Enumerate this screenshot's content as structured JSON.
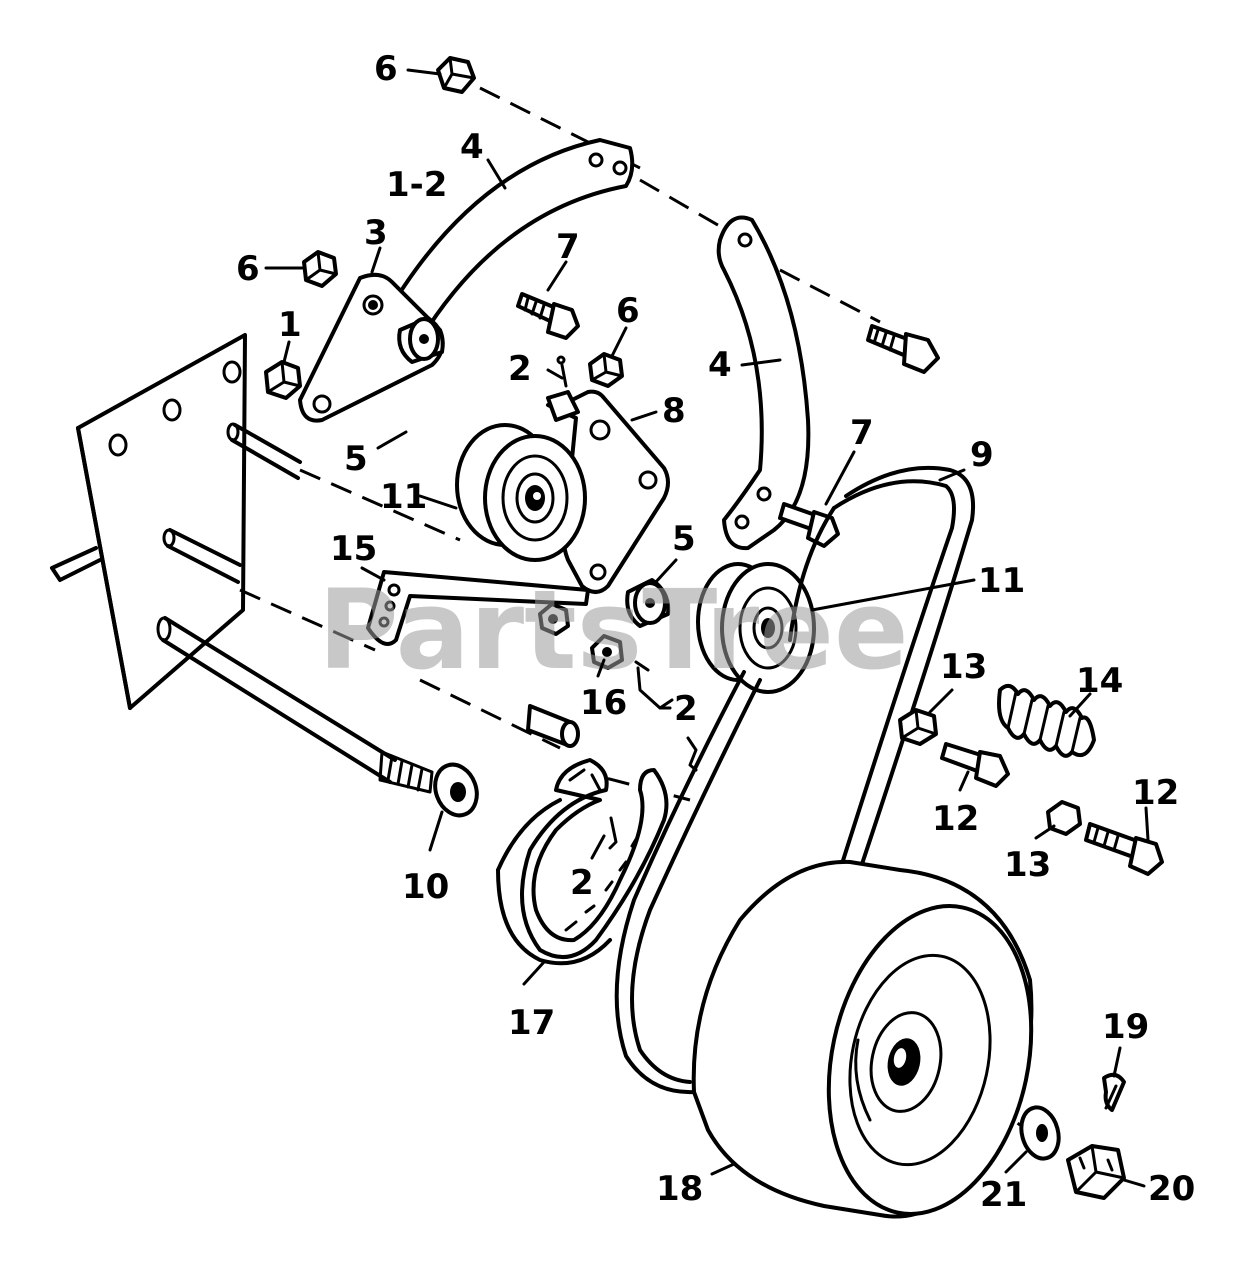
{
  "watermark": "PartsTree",
  "callouts": {
    "c6a": "6",
    "c4a": "4",
    "c1_2": "1-2",
    "c3": "3",
    "c6b": "6",
    "c7a": "7",
    "c6c": "6",
    "c1": "1",
    "c2a": "2",
    "c8": "8",
    "c4b": "4",
    "c5a": "5",
    "c11a": "11",
    "c7b": "7",
    "c9": "9",
    "c15": "15",
    "c5b": "5",
    "c11b": "11",
    "c16": "16",
    "c2b": "2",
    "c13a": "13",
    "c14": "14",
    "c12a": "12",
    "c12b": "12",
    "c13b": "13",
    "c10": "10",
    "c2c": "2",
    "c17": "17",
    "c19": "19",
    "c18": "18",
    "c21": "21",
    "c20": "20"
  }
}
